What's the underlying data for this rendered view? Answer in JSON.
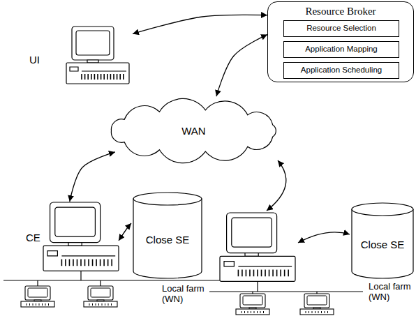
{
  "diagram": {
    "nodes": [
      {
        "text": [
          "UI"
        ]
      },
      {
        "text": [
          "Resource Broker"
        ]
      },
      {
        "text": [
          "Resource Selection"
        ],
        "in": 1
      },
      {
        "text": [
          "Application Mapping"
        ],
        "in": 1
      },
      {
        "text": [
          "Application Scheduling"
        ],
        "in": 1
      },
      {
        "text": [
          "WAN"
        ]
      },
      {
        "text": [
          "CE"
        ]
      },
      {
        "text": [
          "Close SE"
        ]
      },
      {
        "text": [
          "Close SE"
        ]
      }
    ],
    "edges": [
      {
        "from": 0,
        "to": 1,
        "arrow": "both"
      },
      {
        "from": 5,
        "to": 1,
        "arrow": "both"
      },
      {
        "from": 5,
        "to": 6,
        "arrow": "both"
      },
      {
        "from": 6,
        "to": 7,
        "arrow": "both"
      }
    ],
    "labels": [
      "Local farm (WN)",
      "Local farm (WN)"
    ]
  }
}
